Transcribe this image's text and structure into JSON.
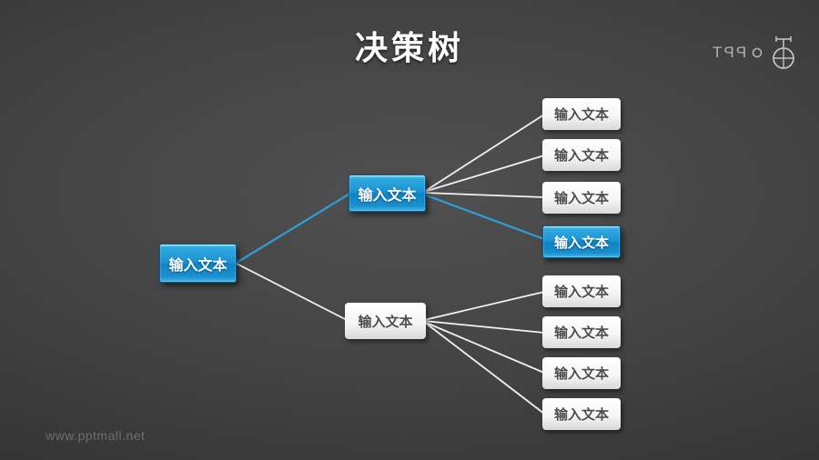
{
  "slide": {
    "title": "决策树",
    "watermark": "www.pptmall.net"
  },
  "logo": {
    "text": "PPT",
    "icon": "stamp-globe-icon"
  },
  "colors": {
    "node_blue_top": "#2fa9e0",
    "node_blue_bottom": "#0e83c4",
    "node_white": "#f6f6f6",
    "line_blue": "#2e9fd6",
    "line_white": "#f2f2f2",
    "background_center": "#4f4f4f",
    "background_edge": "#222222"
  },
  "tree": {
    "root": {
      "label": "输入文本",
      "style": "blue"
    },
    "branch_top": {
      "label": "输入文本",
      "style": "blue"
    },
    "branch_bottom": {
      "label": "输入文本",
      "style": "white"
    },
    "leaves_top": [
      {
        "label": "输入文本",
        "highlighted": false
      },
      {
        "label": "输入文本",
        "highlighted": false
      },
      {
        "label": "输入文本",
        "highlighted": false
      },
      {
        "label": "输入文本",
        "highlighted": true
      }
    ],
    "leaves_bottom": [
      {
        "label": "输入文本",
        "highlighted": false
      },
      {
        "label": "输入文本",
        "highlighted": false
      },
      {
        "label": "输入文本",
        "highlighted": false
      },
      {
        "label": "输入文本",
        "highlighted": false
      }
    ]
  }
}
